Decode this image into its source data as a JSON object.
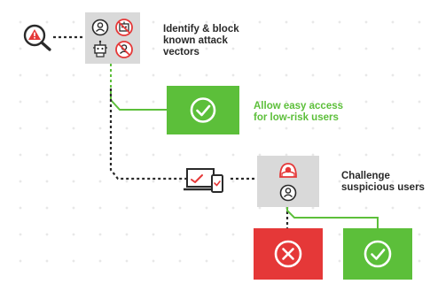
{
  "diagram": {
    "step1_label": "Identify & block\nknown attack\nvectors",
    "step2_label": "Allow easy access\nfor low-risk users",
    "step3_label": "Challenge\nsuspicious users"
  },
  "colors": {
    "green": "#5cbf3a",
    "red": "#e53838",
    "grey_card": "#d9d9d9",
    "dark": "#2a2a2a"
  },
  "icons": {
    "start": "magnifier-alert-icon",
    "step1_card": [
      "user-icon",
      "blocked-robot-icon",
      "robot-icon",
      "blocked-user-icon"
    ],
    "devices": "laptop-phone-icon",
    "step3_card": [
      "hooded-attacker-icon",
      "user-icon"
    ],
    "allow": "checkmark-icon",
    "deny": "x-icon"
  }
}
